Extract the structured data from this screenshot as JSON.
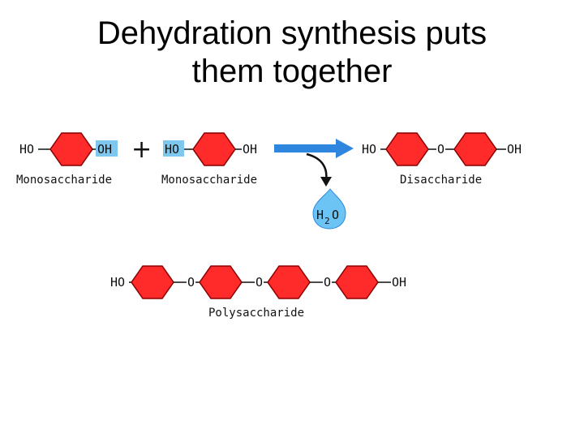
{
  "title": {
    "line1": "Dehydration synthesis puts",
    "line2": "them together"
  },
  "colors": {
    "ring_fill": "#ff2a2a",
    "ring_stroke": "#8a0000",
    "highlight": "#7ec8f0",
    "arrow": "#2e86de",
    "water": "#6cc4f5"
  },
  "reaction": {
    "plus_sign": "+",
    "monomer_left": {
      "left_group": "HO",
      "right_group": "OH",
      "caption": "Monosaccharide"
    },
    "monomer_right": {
      "left_group": "HO",
      "right_group": "OH",
      "caption": "Monosaccharide"
    },
    "product": {
      "left_group": "HO",
      "link": "O",
      "right_group": "OH",
      "caption": "Disaccharide"
    },
    "byproduct": {
      "h": "H",
      "sub": "2",
      "o": "O"
    }
  },
  "polymer": {
    "left_group": "HO",
    "links": [
      "O",
      "O",
      "O"
    ],
    "right_group": "OH",
    "caption": "Polysaccharide"
  }
}
